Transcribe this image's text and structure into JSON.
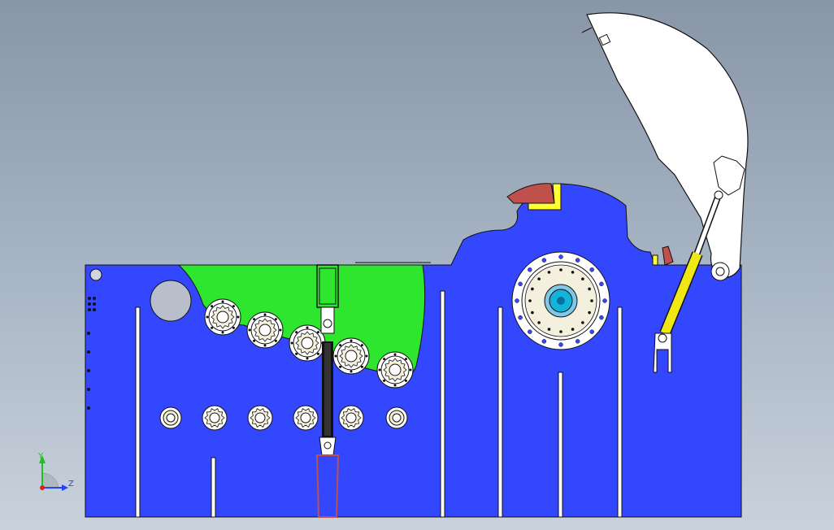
{
  "triad": {
    "y_label": "Y",
    "z_label": "Z"
  },
  "colors": {
    "frame": "#3347ff",
    "hopper": "#2ee62e",
    "cover": "#ffffff",
    "cylinder": "#f0e816",
    "roller": "#f4f0de",
    "hub": "#12b4d8",
    "seal_red": "#c0504c",
    "seal_yellow": "#ffff33",
    "outline": "#111111"
  },
  "rollers_upper": 5,
  "rollers_lower": 6
}
